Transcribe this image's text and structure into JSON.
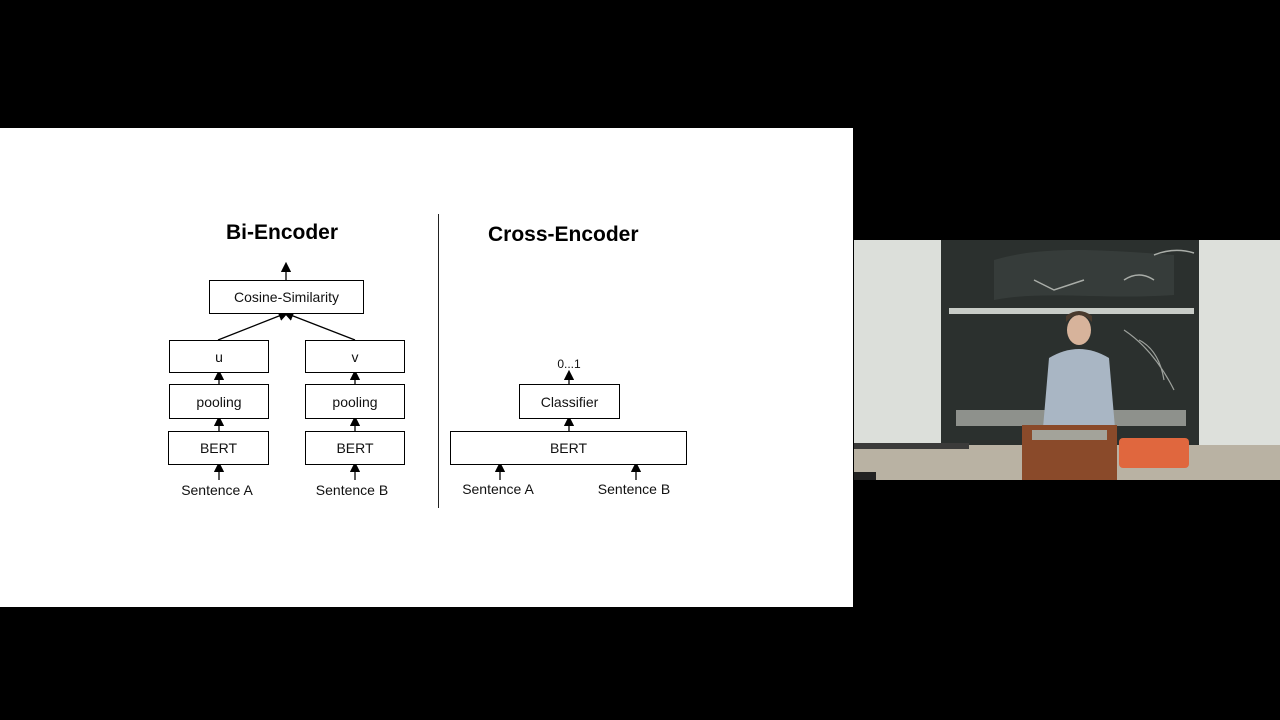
{
  "slide": {
    "bi_encoder": {
      "title": "Bi-Encoder",
      "top_box": "Cosine-Similarity",
      "left": {
        "vector": "u",
        "pooling": "pooling",
        "model": "BERT",
        "input": "Sentence A"
      },
      "right": {
        "vector": "v",
        "pooling": "pooling",
        "model": "BERT",
        "input": "Sentence B"
      }
    },
    "cross_encoder": {
      "title": "Cross-Encoder",
      "output": "0...1",
      "classifier": "Classifier",
      "model": "BERT",
      "input_a": "Sentence A",
      "input_b": "Sentence B"
    }
  },
  "video": {
    "colors": {
      "wall": "#d9dbd6",
      "board": "#2b302e",
      "podium": "#8a4a2a",
      "chair": "#e0673e"
    }
  }
}
